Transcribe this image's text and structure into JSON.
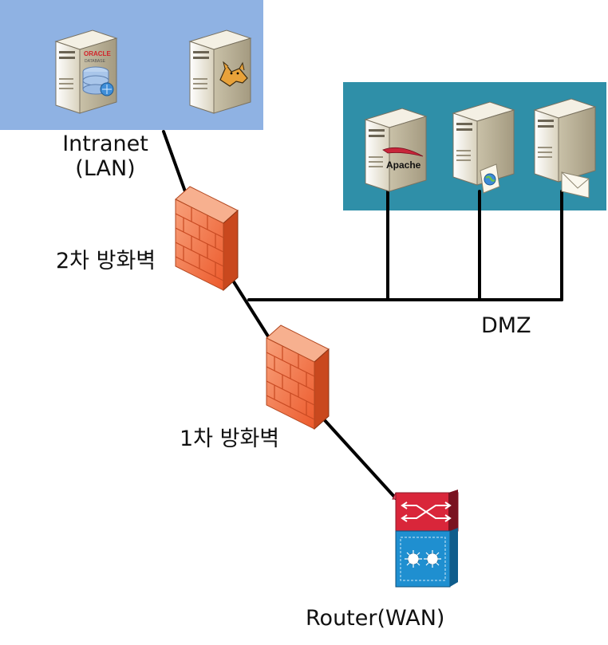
{
  "zones": {
    "intranet": {
      "label_line1": "Intranet",
      "label_line2": "(LAN)",
      "fill": "#8fb2e3"
    },
    "dmz": {
      "label": "DMZ",
      "fill": "#2f8fa8"
    }
  },
  "servers": {
    "oracle": {
      "logo_line1": "ORACLE",
      "logo_line2": "DATABASE"
    },
    "tomcat": {
      "icon": "tomcat-cat-icon"
    },
    "apache": {
      "logo": "Apache"
    },
    "web": {
      "icon": "globe-document-icon"
    },
    "mail": {
      "icon": "envelope-icon"
    }
  },
  "firewalls": {
    "second": {
      "label": "2차 방화벽",
      "color": "#f0683a"
    },
    "first": {
      "label": "1차 방화벽",
      "color": "#f0683a"
    }
  },
  "router": {
    "label": "Router(WAN)",
    "top_color": "#d9263a",
    "bottom_color": "#1f8fd0"
  },
  "colors": {
    "link": "#000000",
    "server_body": "#ece7d6"
  }
}
